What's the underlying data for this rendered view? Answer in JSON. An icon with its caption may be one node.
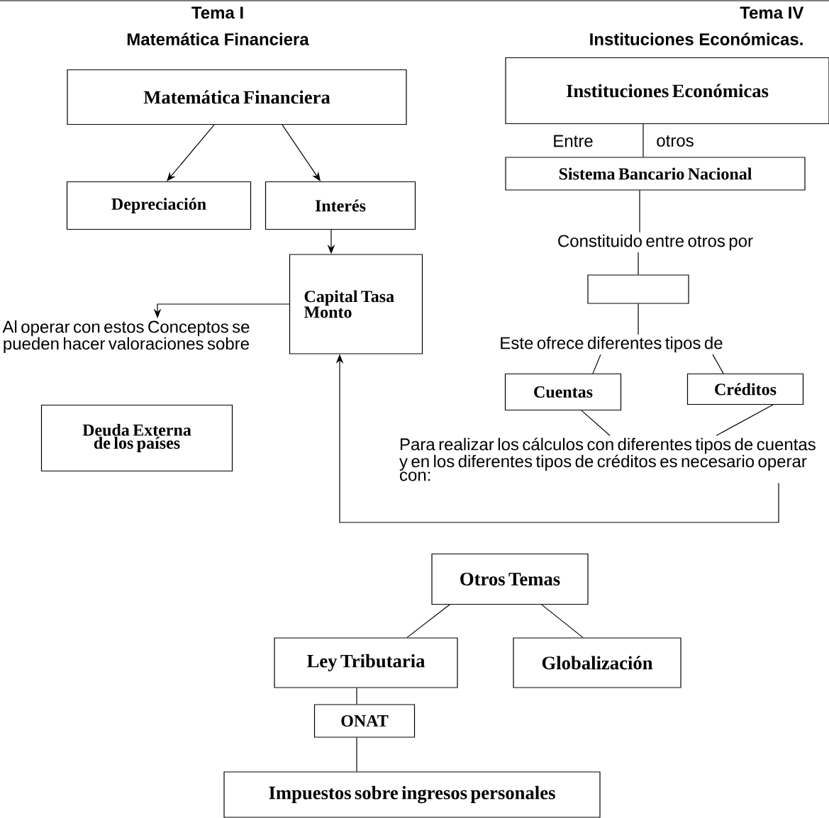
{
  "diagram": {
    "nodes": [
      {
        "text": [
          "Matemática Financiera"
        ]
      },
      {
        "text": [
          "Depreciación"
        ]
      },
      {
        "text": [
          "Interés"
        ]
      },
      {
        "text": [
          "Capital Tasa Monto"
        ]
      },
      {
        "text": [
          "Al operar con estos Conceptos se pueden hacer valoraciones sobre"
        ]
      },
      {
        "text": [
          "Deuda Externa de los países"
        ]
      },
      {
        "text": [
          "Instituciones Económicas"
        ]
      },
      {
        "text": [
          "Sistema Bancario Nacional"
        ]
      },
      {
        "text": [
          "Constituido entre otros por"
        ]
      },
      {
        "text": [],
        "shape": "box"
      },
      {
        "text": [
          "Este ofrece diferentes tipos de"
        ]
      },
      {
        "text": [
          "Cuentas"
        ]
      },
      {
        "text": [
          "Créditos"
        ]
      },
      {
        "text": [
          "Para realizar los cálculos con diferentes tipos de cuentas y en los diferentes tipos de créditos es necesario operar con:"
        ]
      },
      {
        "text": [
          "Otros Temas"
        ]
      },
      {
        "text": [
          "Ley Tributaria"
        ]
      },
      {
        "text": [
          "Globalización"
        ]
      },
      {
        "text": [
          "ONAT"
        ]
      },
      {
        "text": [
          "Impuestos sobre ingresos personales"
        ]
      }
    ],
    "edges": [
      {
        "from": 0,
        "to": 1,
        "arrow": "to"
      },
      {
        "from": 0,
        "to": 2,
        "arrow": "to"
      },
      {
        "from": 2,
        "to": 3,
        "arrow": "to"
      },
      {
        "from": 3,
        "to": 4,
        "arrow": "to"
      },
      {
        "from": 6,
        "to": 7,
        "arrow": "none"
      },
      {
        "from": 7,
        "to": 8,
        "arrow": "none"
      },
      {
        "from": 8,
        "to": 9,
        "arrow": "none"
      },
      {
        "from": 9,
        "to": 10,
        "arrow": "none"
      },
      {
        "from": 10,
        "to": 11,
        "arrow": "none"
      },
      {
        "from": 10,
        "to": 12,
        "arrow": "none"
      },
      {
        "from": 11,
        "to": 13,
        "arrow": "none"
      },
      {
        "from": 12,
        "to": 13,
        "arrow": "none"
      },
      {
        "from": 13,
        "to": 3,
        "arrow": "to"
      },
      {
        "from": 14,
        "to": 15,
        "arrow": "none"
      },
      {
        "from": 14,
        "to": 16,
        "arrow": "none"
      },
      {
        "from": 15,
        "to": 17,
        "arrow": "none"
      },
      {
        "from": 17,
        "to": 18,
        "arrow": "none"
      }
    ],
    "labels": [
      "Tema I",
      "Matemática Financiera",
      "Tema IV",
      "Instituciones  Económicas.",
      "Entre",
      "otros"
    ]
  }
}
